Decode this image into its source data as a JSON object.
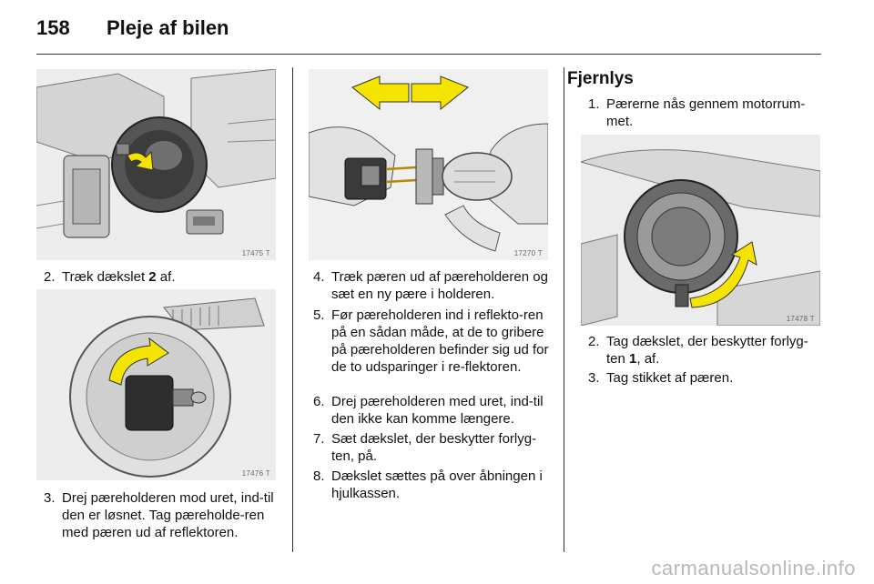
{
  "header": {
    "page_number": "158",
    "title": "Pleje af bilen"
  },
  "figures": [
    {
      "code": "17475 T"
    },
    {
      "code": "17476 T"
    },
    {
      "code": "17270 T"
    },
    {
      "code": "17478 T"
    }
  ],
  "column1": {
    "step2": {
      "num": "2.",
      "text_before": "Træk dækslet ",
      "bold": "2",
      "text_after": " af."
    },
    "step3": {
      "num": "3.",
      "text": "Drej pæreholderen mod uret, ind-til den er løsnet. Tag pæreholde-ren med pæren ud af reflektoren."
    }
  },
  "column2": {
    "steps": [
      {
        "num": "4.",
        "text": "Træk pæren ud af pæreholderen og sæt en ny pære i holderen."
      },
      {
        "num": "5.",
        "text": "Før pæreholderen ind i reflekto-ren på en sådan måde, at de to gribere på pæreholderen befinder sig ud for de to udsparinger i re-flektoren."
      },
      {
        "num": "6.",
        "text": "Drej pæreholderen med uret, ind-til den ikke kan komme længere."
      },
      {
        "num": "7.",
        "text": "Sæt dækslet, der beskytter forlyg-ten, på."
      },
      {
        "num": "8.",
        "text": "Dækslet sættes på over åbningen i hjulkassen."
      }
    ]
  },
  "column3": {
    "heading": "Fjernlys",
    "step1": {
      "num": "1.",
      "text": "Pærerne nås gennem motorrum-met."
    },
    "step2": {
      "num": "2.",
      "text_before": "Tag dækslet, der beskytter forlyg-ten ",
      "bold": "1",
      "text_after": ", af."
    },
    "step3": {
      "num": "3.",
      "text": "Tag stikket af pæren."
    }
  },
  "watermark": "carmanualsonline.info",
  "colors": {
    "arrow_yellow": "#f5e400",
    "rule": "#333333"
  }
}
